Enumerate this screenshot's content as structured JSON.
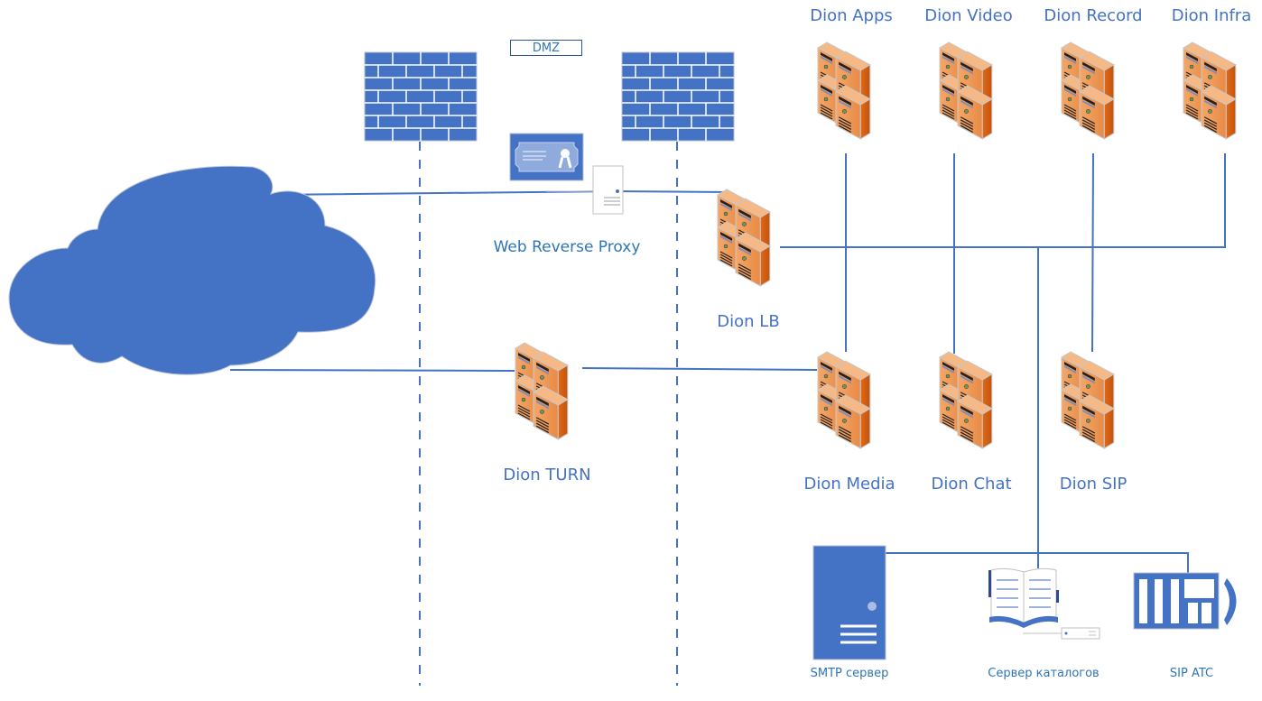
{
  "diagram": {
    "zone_label": "DMZ",
    "colors": {
      "line": "#4472C4",
      "cloud": "#4472C4",
      "firewall": "#4472C4",
      "server_light": "#F0A060",
      "server_dark": "#D05A10",
      "label": "#4472C4"
    },
    "nodes": {
      "internet": {
        "label": "",
        "icon": "cloud-icon"
      },
      "firewall_outer": {
        "label": "",
        "icon": "firewall-icon"
      },
      "firewall_inner": {
        "label": "",
        "icon": "firewall-icon"
      },
      "web_proxy": {
        "label": "Web Reverse Proxy",
        "icon": "certificate-icon"
      },
      "lb": {
        "label": "Dion LB",
        "icon": "server-cluster-icon"
      },
      "turn": {
        "label": "Dion TURN",
        "icon": "server-cluster-icon"
      },
      "apps": {
        "label": "Dion Apps",
        "icon": "server-cluster-icon"
      },
      "video": {
        "label": "Dion Video",
        "icon": "server-cluster-icon"
      },
      "record": {
        "label": "Dion Record",
        "icon": "server-cluster-icon"
      },
      "infra": {
        "label": "Dion Infra",
        "icon": "server-cluster-icon"
      },
      "media": {
        "label": "Dion Media",
        "icon": "server-cluster-icon"
      },
      "chat": {
        "label": "Dion Chat",
        "icon": "server-cluster-icon"
      },
      "sip": {
        "label": "Dion SIP",
        "icon": "server-cluster-icon"
      },
      "smtp": {
        "label": "SMTP сервер",
        "icon": "server-tower-icon"
      },
      "directory": {
        "label": "Сервер каталогов",
        "icon": "directory-book-icon"
      },
      "pbx": {
        "label": "SIP ATC",
        "icon": "pbx-phone-icon"
      }
    },
    "edges": [
      [
        "internet",
        "web_proxy"
      ],
      [
        "web_proxy",
        "lb"
      ],
      [
        "internet",
        "turn"
      ],
      [
        "turn",
        "media"
      ],
      [
        "lb",
        "apps"
      ],
      [
        "lb",
        "video"
      ],
      [
        "lb",
        "record"
      ],
      [
        "lb",
        "infra"
      ],
      [
        "apps",
        "media"
      ],
      [
        "video",
        "chat"
      ],
      [
        "record",
        "sip"
      ],
      [
        "lb",
        "smtp"
      ],
      [
        "lb",
        "directory"
      ],
      [
        "lb",
        "pbx"
      ]
    ]
  }
}
